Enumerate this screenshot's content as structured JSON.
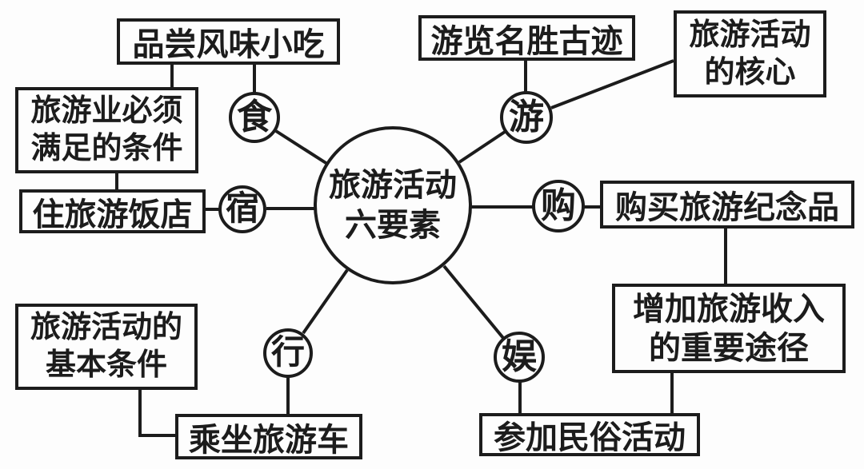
{
  "diagram": {
    "background": "#fdfdfd",
    "ink_color": "#1c1c1c",
    "center_label": "旅游活动\n六要素",
    "nodes": {
      "food": "食",
      "tour": "游",
      "stay": "宿",
      "shopping": "购",
      "transport": "行",
      "entertainment": "娱"
    },
    "boxes": {
      "taste_snacks": "品尝风味小吃",
      "visit_sites": "游览名胜古迹",
      "tourism_core": "旅游活动\n的核心",
      "industry_conditions": "旅游业必须\n满足的条件",
      "stay_hotel": "住旅游饭店",
      "buy_souvenirs": "购买旅游纪念品",
      "increase_revenue": "增加旅游收入\n的重要途径",
      "basic_conditions": "旅游活动的\n基本条件",
      "tour_bus": "乘坐旅游车",
      "folk_activities": "参加民俗活动"
    }
  }
}
